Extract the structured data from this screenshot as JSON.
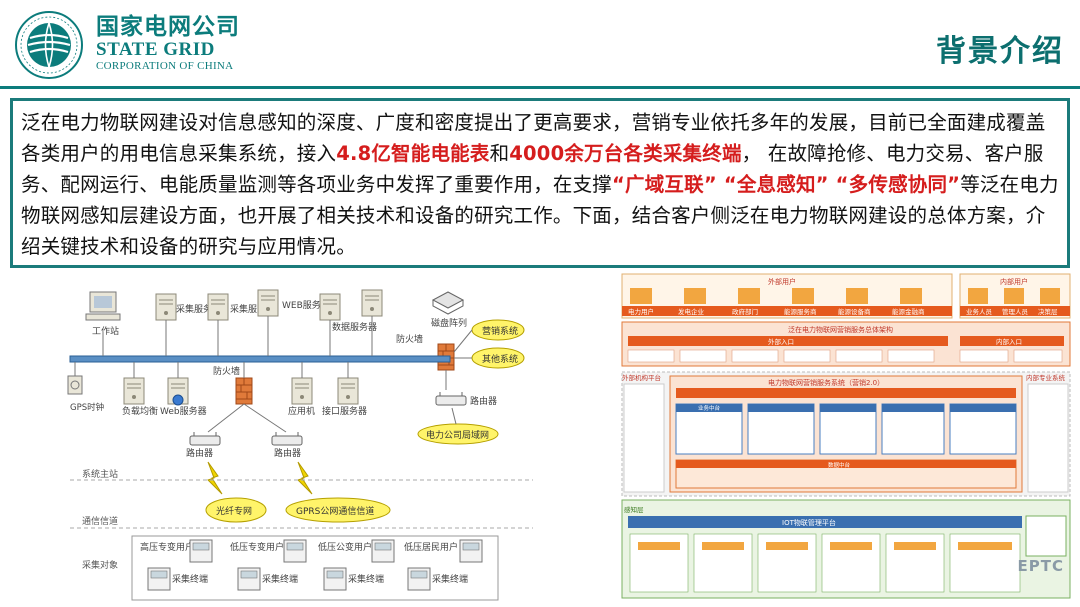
{
  "brand": {
    "cn": "国家电网公司",
    "en": "STATE GRID",
    "sub": "CORPORATION OF CHINA"
  },
  "page_title": "背景介绍",
  "intro": {
    "t1": "泛在电力物联网建设对信息感知的深度、广度和密度提出了更高要求，营销专业依托多年的发展，目前已全面建成覆盖各类用户的用电信息采集系统，接入",
    "h1": "4.8亿智能电能表",
    "t2": "和",
    "h2": "4000余万台各类采集终端",
    "t3": "，  在故障抢修、电力交易、客户服务、配网运行、电能质量监测等各项业务中发挥了重要作用，在支撑",
    "h3": "“广域互联”  “全息感知”  “多传感协同”",
    "t4": "等泛在电力物联网感知层建设方面，也开展了相关技术和设备的研究工作。下面，结合客户侧泛在电力物联网建设的总体方案，介绍关键技术和设备的研究与应用情况。"
  },
  "left_diagram": {
    "nodes": {
      "workstation": "工作站",
      "collect_server": "采集服务器",
      "front_server": "采集服务器",
      "web_server": "WEB服务器",
      "db_server": "数据服务器",
      "monitor_terminal": "磁盘阵列",
      "firewall_label": "防火墙",
      "gps": "GPS时钟",
      "interface_server": "负载均衡",
      "webserver2": "Web服务器",
      "firewall_center": "防火墙",
      "app_server": "应用机",
      "interface_srv2": "接口服务器",
      "router_right": "路由器",
      "router_a": "路由器",
      "router_b": "路由器",
      "marketing": "营销系统",
      "other_sys": "其他系统",
      "power_net": "电力公司局域网",
      "optical": "光纤专网",
      "gprs": "GPRS公网通信信道"
    },
    "layers": {
      "master": "系统主站",
      "channel": "通信信道",
      "collect": "采集对象"
    },
    "objects": [
      {
        "title": "高压专变用户",
        "term": "采集终端"
      },
      {
        "title": "低压专变用户",
        "term": "采集终端"
      },
      {
        "title": "低压公变用户",
        "term": "采集终端"
      },
      {
        "title": "低压居民用户",
        "term": "采集终端"
      }
    ]
  },
  "right_diagram": {
    "ext_users": "外部用户",
    "int_users": "内部用户",
    "ext_items": [
      "电力用户",
      "发电企业",
      "政府部门",
      "能源服务商",
      "能源设备商",
      "能源金融商"
    ],
    "int_items": [
      "业务人员",
      "管理人员",
      "决策层"
    ],
    "portal": "泛在电力物联网营销服务总体架构",
    "ext_entry": "外部入口",
    "int_entry": "内部入口",
    "platform": "电力物联网营销服务系统（营销2.0）",
    "left_side": "外部机构平台",
    "right_side": "内部专业系统",
    "service_center": "业务中台",
    "data_center": "数据中台",
    "iot": "IOT物联管理平台",
    "perception": "感知层"
  },
  "watermark": "EPTC",
  "colors": {
    "brand": "#0c7c7c",
    "highlight": "#d51d1d",
    "frame": "#1b7b7b"
  }
}
